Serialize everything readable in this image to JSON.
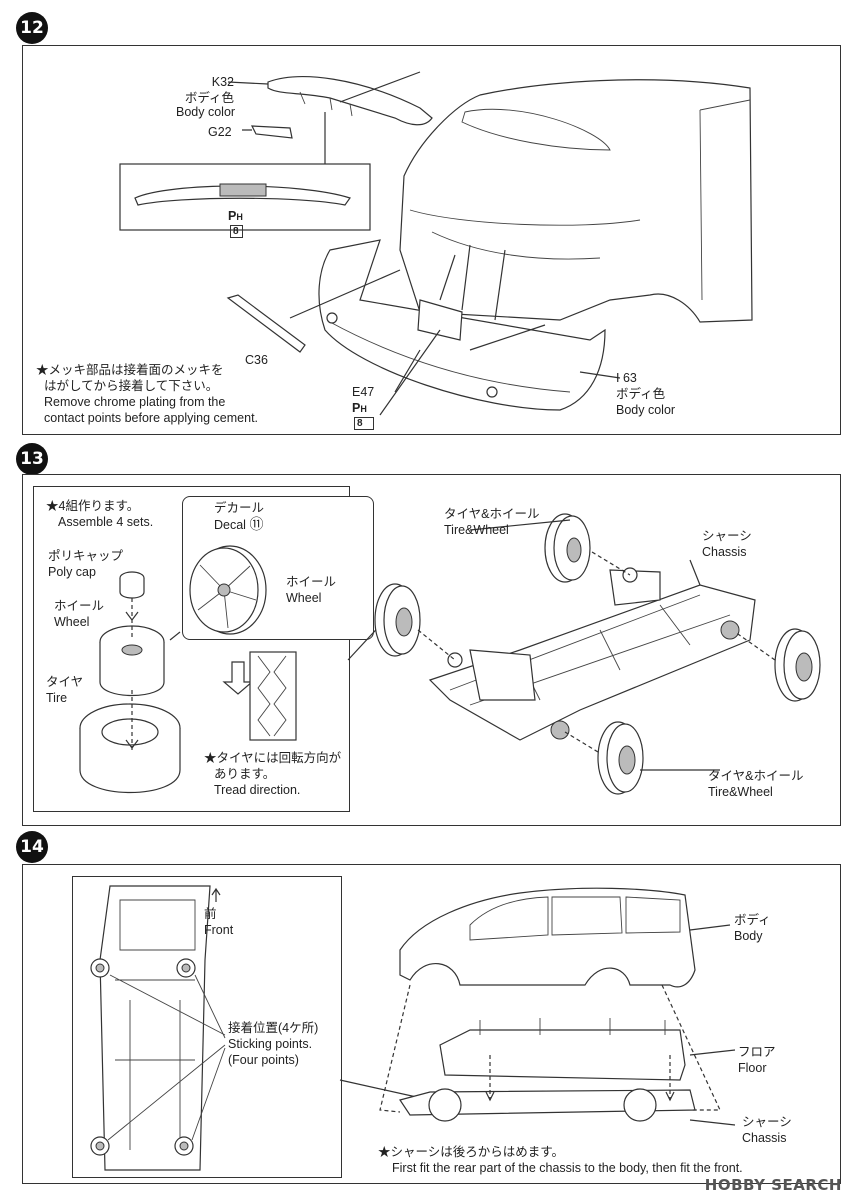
{
  "steps": {
    "s12": {
      "number": "12",
      "k32": {
        "code": "K32",
        "jp": "ボディ色",
        "en": "Body color"
      },
      "g22": "G22",
      "c36": "C36",
      "e47": "E47",
      "i63": {
        "code": "I 63",
        "jp": "ボディ色",
        "en": "Body color"
      },
      "ph_mark": "P",
      "ph_sub": "H",
      "ph_num": "8",
      "note_jp_1": "★メッキ部品は接着面のメッキを",
      "note_jp_2": "はがしてから接着して下さい。",
      "note_en_1": "Remove chrome plating from the",
      "note_en_2": "contact points before applying cement."
    },
    "s13": {
      "number": "13",
      "assemble_jp": "★4組作ります。",
      "assemble_en": "Assemble 4 sets.",
      "polycap_jp": "ポリキャップ",
      "polycap_en": "Poly cap",
      "wheel_jp": "ホイール",
      "wheel_en": "Wheel",
      "tire_jp": "タイヤ",
      "tire_en": "Tire",
      "decal_jp": "デカール",
      "decal_en": "Decal",
      "decal_num": "⑪",
      "wheel2_jp": "ホイール",
      "wheel2_en": "Wheel",
      "tread_jp_1": "★タイヤには回転方向が",
      "tread_jp_2": "あります。",
      "tread_en": "Tread direction.",
      "tw_top_jp": "タイヤ&ホイール",
      "tw_top_en": "Tire&Wheel",
      "chassis_jp": "シャーシ",
      "chassis_en": "Chassis",
      "tw_bot_jp": "タイヤ&ホイール",
      "tw_bot_en": "Tire&Wheel"
    },
    "s14": {
      "number": "14",
      "front_jp": "前",
      "front_en": "Front",
      "stick_jp": "接着位置(4ケ所)",
      "stick_en_1": "Sticking points.",
      "stick_en_2": "(Four points)",
      "body_jp": "ボディ",
      "body_en": "Body",
      "floor_jp": "フロア",
      "floor_en": "Floor",
      "chassis_jp": "シャーシ",
      "chassis_en": "Chassis",
      "note_jp": "★シャーシは後ろからはめます。",
      "note_en": "First fit the rear part of the chassis to the body, then fit the front."
    }
  },
  "watermark": "HOBBY SEARCH"
}
